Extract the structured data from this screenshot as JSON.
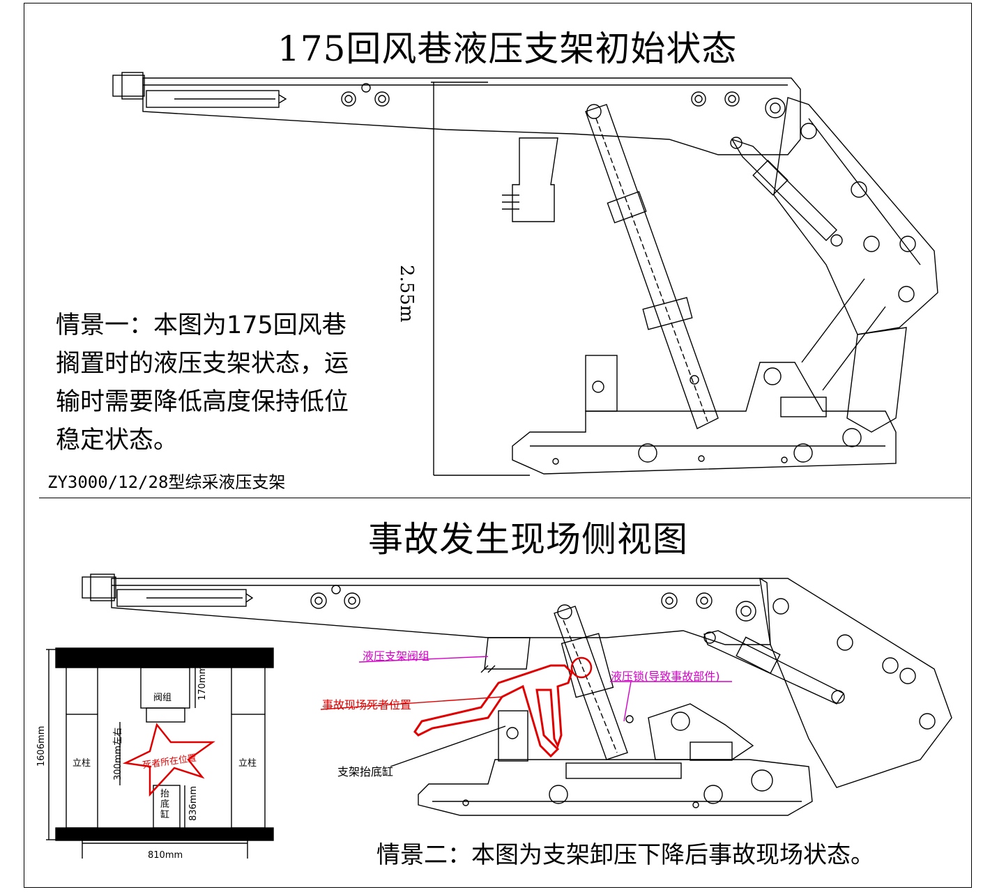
{
  "top_panel": {
    "title": "175回风巷液压支架初始状态",
    "scene_text": "情景一：本图为175回风巷搁置时的液压支架状态，运输时需要降低高度保持低位稳定状态。",
    "model_label": "ZY3000/12/28型综采液压支架",
    "height_dim": "2.55m"
  },
  "bottom_panel": {
    "title": "事故发生现场侧视图",
    "scene_text": "情景二：本图为支架卸压下降后事故现场状态。",
    "callouts": {
      "valve_group": "液压支架阀组",
      "victim_position": "事故现场死者位置",
      "hydraulic_lock": "液压锁(导致事故部件)",
      "base_lift_cylinder": "支架抬底缸"
    }
  },
  "inset": {
    "valve_label": "阀组",
    "dim_170": "170mm",
    "dim_300": "300mm左右",
    "victim_label": "死者所在位置",
    "column_left": "立柱",
    "column_right": "立柱",
    "lift_label": "抬底缸",
    "dim_836": "836mm",
    "dim_1606": "1606mm",
    "dim_810": "810mm"
  },
  "colors": {
    "line": "#000000",
    "callout_magenta": "#d400c8",
    "victim_red": "#e00000"
  }
}
